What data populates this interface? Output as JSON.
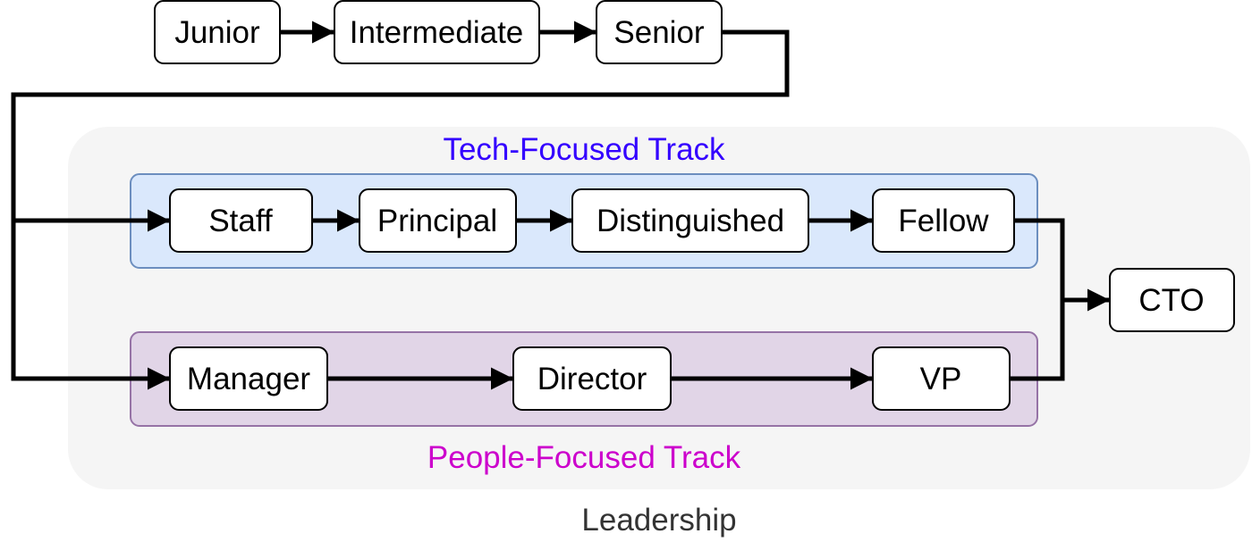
{
  "groups": {
    "leadership": {
      "label": "Leadership",
      "fill": "#f5f5f5",
      "label_color": "#333333"
    },
    "tech": {
      "label": "Tech-Focused Track",
      "fill": "#dae8fc",
      "stroke": "#6c8ebf",
      "label_color": "#3300ff"
    },
    "people": {
      "label": "People-Focused Track",
      "fill": "#e1d5e7",
      "stroke": "#9673a6",
      "label_color": "#cc00cc"
    }
  },
  "nodes": {
    "junior": "Junior",
    "intermediate": "Intermediate",
    "senior": "Senior",
    "staff": "Staff",
    "principal": "Principal",
    "distinguished": "Distinguished",
    "fellow": "Fellow",
    "manager": "Manager",
    "director": "Director",
    "vp": "VP",
    "cto": "CTO"
  },
  "edges": [
    [
      "junior",
      "intermediate"
    ],
    [
      "intermediate",
      "senior"
    ],
    [
      "senior",
      "staff"
    ],
    [
      "senior",
      "manager"
    ],
    [
      "staff",
      "principal"
    ],
    [
      "principal",
      "distinguished"
    ],
    [
      "distinguished",
      "fellow"
    ],
    [
      "manager",
      "director"
    ],
    [
      "director",
      "vp"
    ],
    [
      "fellow",
      "cto"
    ],
    [
      "vp",
      "cto"
    ]
  ]
}
